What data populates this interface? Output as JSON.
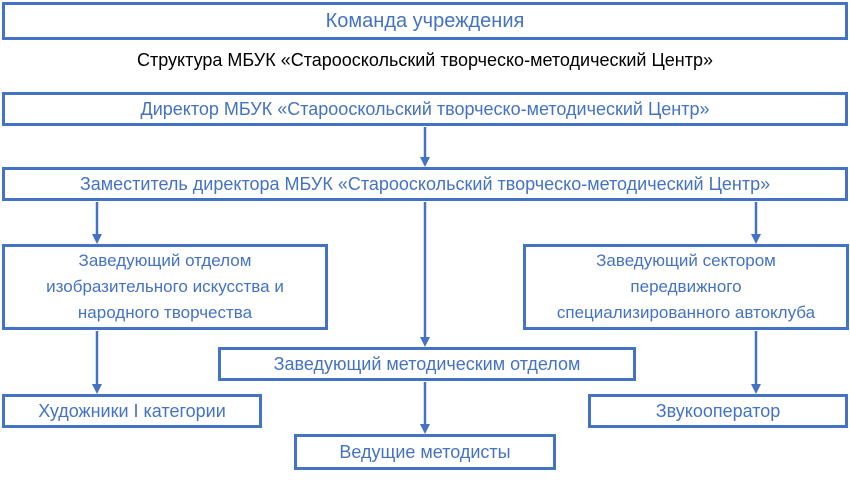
{
  "header": {
    "title": "Команда учреждения"
  },
  "heading": "Структура МБУК «Старооскольский творческо-методический Центр»",
  "colors": {
    "accent": "#4472c4",
    "text": "#000000"
  },
  "nodes": {
    "director": "Директор МБУК «Старооскольский творческо-методический Центр»",
    "deputy": "Заместитель директора МБУК «Старооскольский творческо-методический Центр»",
    "head_art": [
      "Заведующий отделом",
      "изобразительного искусства и",
      "народного творчества"
    ],
    "head_autoclub": [
      "Заведующий сектором",
      "передвижного",
      "специализированного автоклуба"
    ],
    "head_method": "Заведующий методическим отделом",
    "artists": "Художники I категории",
    "sound": "Звукооператор",
    "methodists": "Ведущие методисты"
  }
}
